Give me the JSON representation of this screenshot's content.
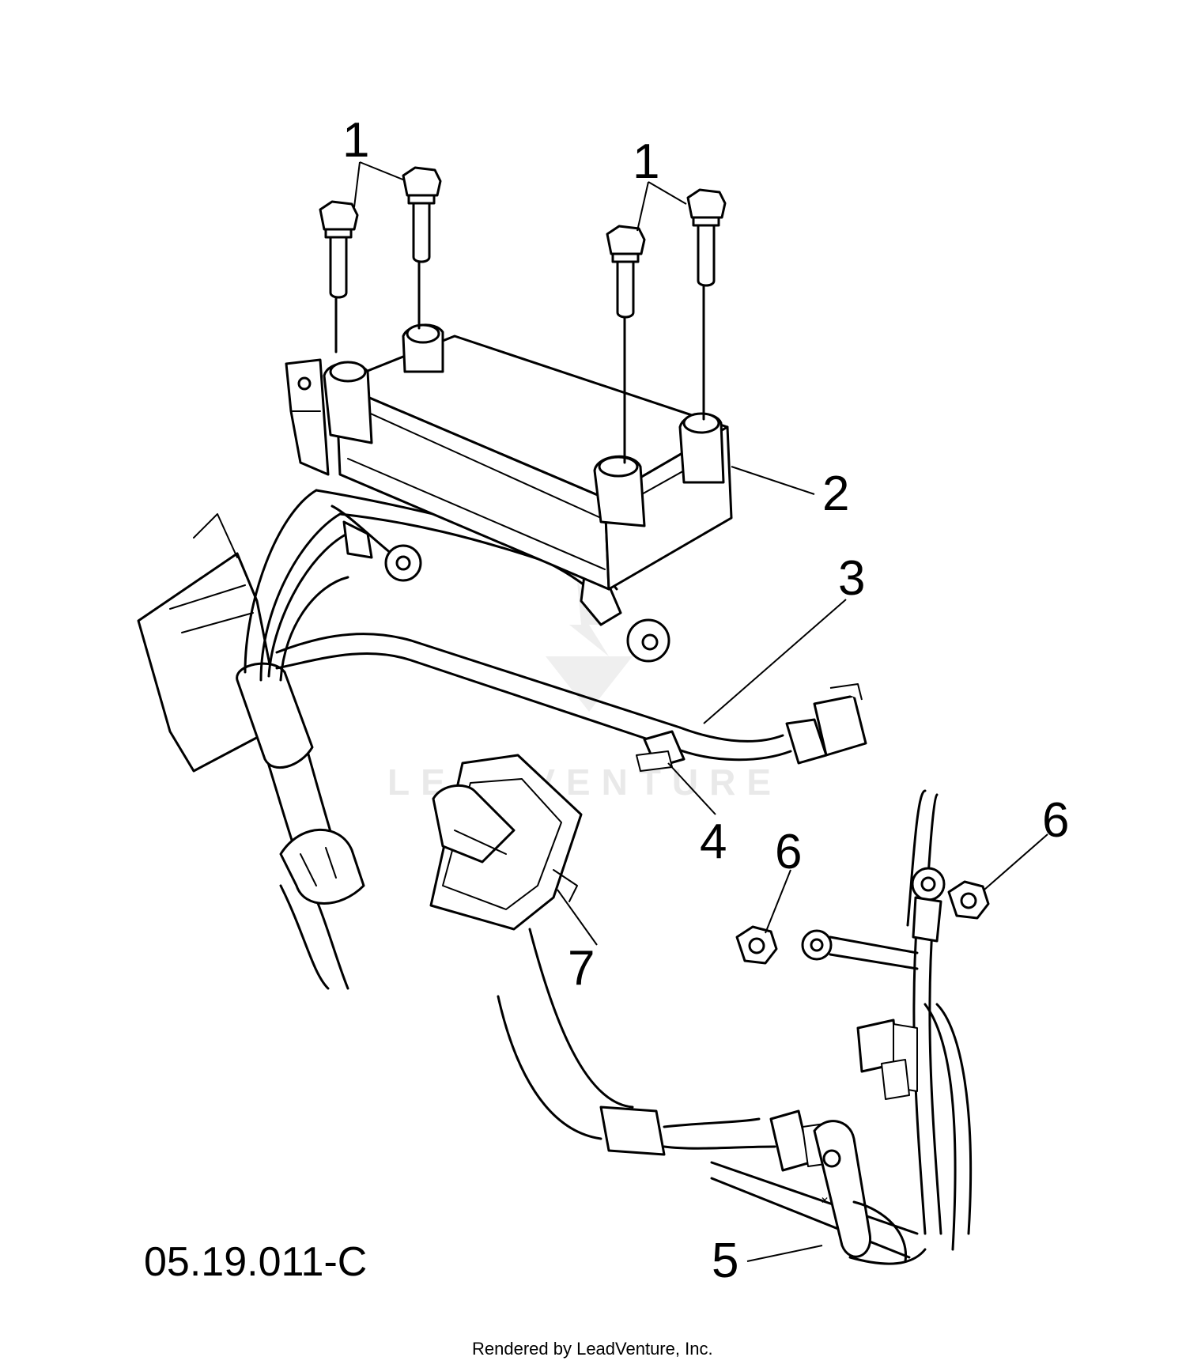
{
  "figure": {
    "code": "05.19.011-C",
    "credit": "Rendered by LeadVenture, Inc.",
    "watermark": "LEADVENTURE"
  },
  "callouts": [
    {
      "id": "c1a",
      "label": "1"
    },
    {
      "id": "c1b",
      "label": "1"
    },
    {
      "id": "c2",
      "label": "2"
    },
    {
      "id": "c3",
      "label": "3"
    },
    {
      "id": "c4",
      "label": "4"
    },
    {
      "id": "c5",
      "label": "5"
    },
    {
      "id": "c6a",
      "label": "6"
    },
    {
      "id": "c6b",
      "label": "6"
    },
    {
      "id": "c7",
      "label": "7"
    }
  ]
}
